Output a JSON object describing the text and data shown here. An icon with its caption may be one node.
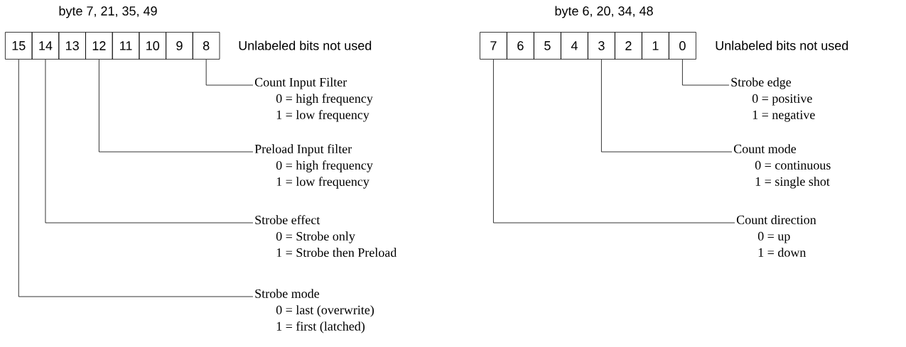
{
  "diagram": {
    "nodes": [
      {
        "text": [
          "15"
        ]
      },
      {
        "text": [
          "14"
        ]
      },
      {
        "text": [
          "13"
        ]
      },
      {
        "text": [
          "12"
        ]
      },
      {
        "text": [
          "11"
        ]
      },
      {
        "text": [
          "10"
        ]
      },
      {
        "text": [
          "9"
        ]
      },
      {
        "text": [
          "8"
        ]
      },
      {
        "text": [
          "7"
        ]
      },
      {
        "text": [
          "6"
        ]
      },
      {
        "text": [
          "5"
        ]
      },
      {
        "text": [
          "4"
        ]
      },
      {
        "text": [
          "3"
        ]
      },
      {
        "text": [
          "2"
        ]
      },
      {
        "text": [
          "1"
        ]
      },
      {
        "text": [
          "0"
        ]
      },
      {
        "text": [
          "Count Input Filter",
          "0 = high frequency",
          "1 = low frequency"
        ]
      },
      {
        "text": [
          "Preload Input filter",
          "0 = high frequency",
          "1 = low frequency"
        ]
      },
      {
        "text": [
          "Strobe effect",
          "0 = Strobe only",
          "1 = Strobe then Preload"
        ]
      },
      {
        "text": [
          "Strobe mode",
          "0 = last (overwrite)",
          "1 = first (latched)"
        ]
      },
      {
        "text": [
          "Strobe edge",
          "0 = positive",
          "1 = negative"
        ]
      },
      {
        "text": [
          "Count mode",
          "0 = continuous",
          "1 = single shot"
        ]
      },
      {
        "text": [
          "Count direction",
          "0 = up",
          "1 = down"
        ]
      }
    ],
    "edges": [
      {
        "from": 7,
        "to": 16,
        "arrow": "none"
      },
      {
        "from": 3,
        "to": 17,
        "arrow": "none"
      },
      {
        "from": 1,
        "to": 18,
        "arrow": "none"
      },
      {
        "from": 0,
        "to": 19,
        "arrow": "none"
      },
      {
        "from": 15,
        "to": 20,
        "arrow": "none"
      },
      {
        "from": 12,
        "to": 21,
        "arrow": "none"
      },
      {
        "from": 8,
        "to": 22,
        "arrow": "none"
      }
    ],
    "labels": [
      "byte 7, 21, 35, 49",
      "byte 6, 20, 34, 48",
      "Unlabeled bits not used",
      "Unlabeled bits not used"
    ]
  }
}
